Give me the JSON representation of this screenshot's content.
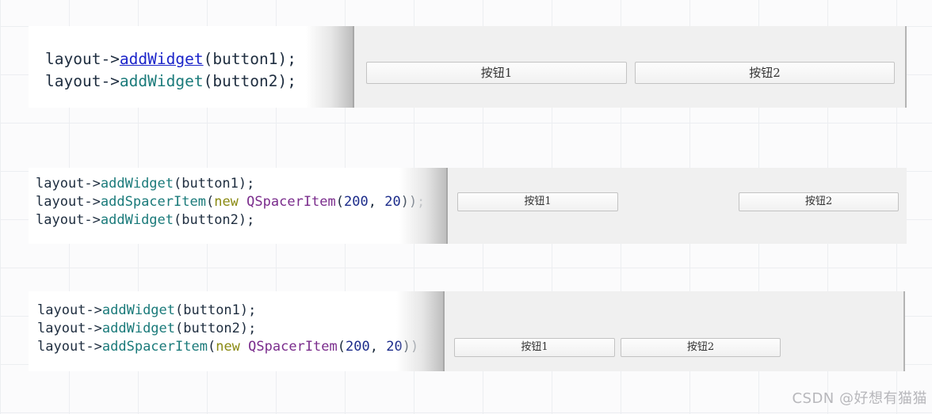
{
  "examples": [
    {
      "code_lines": [
        [
          {
            "t": "layout->"
          },
          {
            "t": "addWidget",
            "c": "tk-link"
          },
          {
            "t": "(button1);"
          }
        ],
        [
          {
            "t": "layout->"
          },
          {
            "t": "addWidget",
            "c": "tk-fn"
          },
          {
            "t": "(button2);"
          }
        ]
      ],
      "buttons": [
        "按钮1",
        "按钮2"
      ]
    },
    {
      "code_lines": [
        [
          {
            "t": "layout->"
          },
          {
            "t": "addWidget",
            "c": "tk-fn"
          },
          {
            "t": "(button1);"
          }
        ],
        [
          {
            "t": "layout->"
          },
          {
            "t": "addSpacerItem",
            "c": "tk-fn"
          },
          {
            "t": "("
          },
          {
            "t": "new",
            "c": "tk-kw"
          },
          {
            "t": " "
          },
          {
            "t": "QSpacerItem",
            "c": "tk-cls"
          },
          {
            "t": "("
          },
          {
            "t": "200",
            "c": "tk-num"
          },
          {
            "t": ", "
          },
          {
            "t": "20",
            "c": "tk-num"
          },
          {
            "t": "));"
          }
        ],
        [
          {
            "t": "layout->"
          },
          {
            "t": "addWidget",
            "c": "tk-fn"
          },
          {
            "t": "(button2);"
          }
        ]
      ],
      "buttons": [
        "按钮1",
        "按钮2"
      ]
    },
    {
      "code_lines": [
        [
          {
            "t": "layout->"
          },
          {
            "t": "addWidget",
            "c": "tk-fn"
          },
          {
            "t": "(button1);"
          }
        ],
        [
          {
            "t": "layout->"
          },
          {
            "t": "addWidget",
            "c": "tk-fn"
          },
          {
            "t": "(button2);"
          }
        ],
        [
          {
            "t": "layout->"
          },
          {
            "t": "addSpacerItem",
            "c": "tk-fn"
          },
          {
            "t": "("
          },
          {
            "t": "new",
            "c": "tk-kw"
          },
          {
            "t": " "
          },
          {
            "t": "QSpacerItem",
            "c": "tk-cls"
          },
          {
            "t": "("
          },
          {
            "t": "200",
            "c": "tk-num"
          },
          {
            "t": ", "
          },
          {
            "t": "20",
            "c": "tk-num"
          },
          {
            "t": "));"
          }
        ]
      ],
      "buttons": [
        "按钮1",
        "按钮2"
      ]
    }
  ],
  "watermark": "CSDN @好想有猫猫"
}
